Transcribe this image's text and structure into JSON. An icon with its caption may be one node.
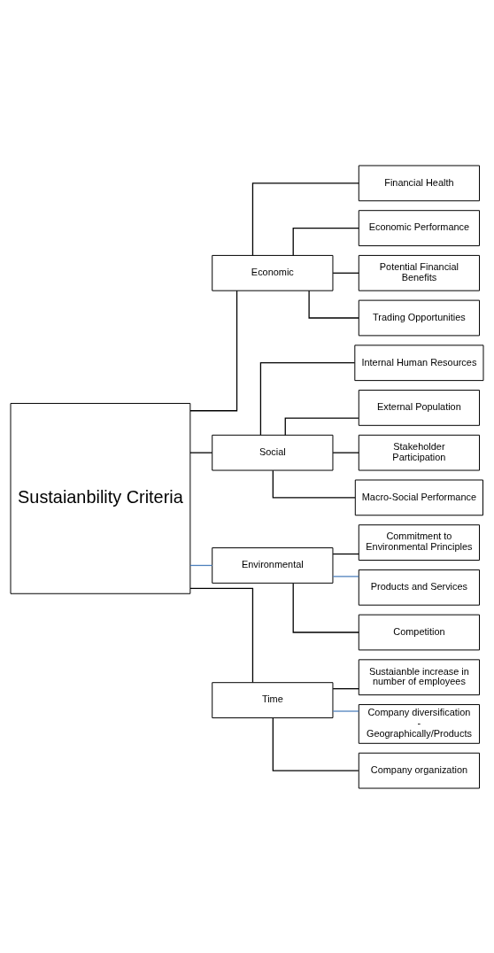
{
  "diagram": {
    "nodes": [
      {
        "text": [
          "Sustaianbility Criteria"
        ]
      },
      {
        "text": [
          "Economic"
        ]
      },
      {
        "text": [
          "Financial Health"
        ]
      },
      {
        "text": [
          "Economic Performance"
        ]
      },
      {
        "text": [
          "Potential Financial Benefits"
        ]
      },
      {
        "text": [
          "Trading Opportunities"
        ]
      },
      {
        "text": [
          "Social"
        ]
      },
      {
        "text": [
          "Internal Human Resources"
        ]
      },
      {
        "text": [
          "External Population"
        ]
      },
      {
        "text": [
          "Stakeholder Participation"
        ]
      },
      {
        "text": [
          "Macro-Social Performance"
        ]
      },
      {
        "text": [
          "Environmental"
        ]
      },
      {
        "text": [
          "Commitment to Environmental Principles"
        ]
      },
      {
        "text": [
          "Products and Services"
        ]
      },
      {
        "text": [
          "Competition"
        ]
      },
      {
        "text": [
          "Time"
        ]
      },
      {
        "text": [
          "Sustaianble increase in number of employees"
        ]
      },
      {
        "text": [
          "Company diversification - Geographically/Products"
        ]
      },
      {
        "text": [
          "Company organization"
        ]
      }
    ],
    "edges": [
      {
        "from": 0,
        "to": 1,
        "arrow": "none"
      },
      {
        "from": 0,
        "to": 6,
        "arrow": "none"
      },
      {
        "from": 0,
        "to": 11,
        "arrow": "none",
        "color": "#4f81bd"
      },
      {
        "from": 0,
        "to": 15,
        "arrow": "none"
      },
      {
        "from": 1,
        "to": 2,
        "arrow": "none"
      },
      {
        "from": 1,
        "to": 3,
        "arrow": "none"
      },
      {
        "from": 1,
        "to": 4,
        "arrow": "none"
      },
      {
        "from": 1,
        "to": 5,
        "arrow": "none"
      },
      {
        "from": 6,
        "to": 7,
        "arrow": "none"
      },
      {
        "from": 6,
        "to": 8,
        "arrow": "none"
      },
      {
        "from": 6,
        "to": 9,
        "arrow": "none"
      },
      {
        "from": 6,
        "to": 10,
        "arrow": "none"
      },
      {
        "from": 11,
        "to": 12,
        "arrow": "none"
      },
      {
        "from": 11,
        "to": 13,
        "arrow": "none",
        "color": "#4f81bd"
      },
      {
        "from": 11,
        "to": 14,
        "arrow": "none"
      },
      {
        "from": 15,
        "to": 16,
        "arrow": "none"
      },
      {
        "from": 15,
        "to": 17,
        "arrow": "none",
        "color": "#4f81bd"
      },
      {
        "from": 15,
        "to": 18,
        "arrow": "none"
      }
    ]
  }
}
